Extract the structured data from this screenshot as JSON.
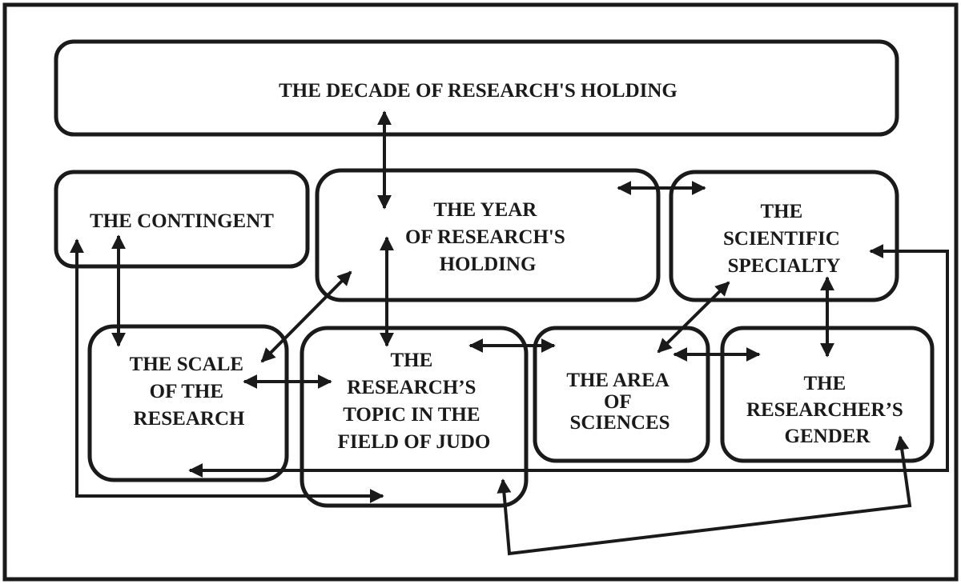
{
  "diagram": {
    "nodes": {
      "decade": [
        "THE DECADE OF RESEARCH'S HOLDING"
      ],
      "contingent": [
        "THE CONTINGENT"
      ],
      "year": [
        "THE YEAR",
        "OF RESEARCH'S",
        "HOLDING"
      ],
      "specialty": [
        "THE",
        "SCIENTIFIC",
        "SPECIALTY"
      ],
      "scale": [
        "THE SCALE",
        "OF THE",
        "RESEARCH"
      ],
      "topic": [
        "THE",
        "RESEARCH’S",
        "TOPIC IN THE",
        "FIELD OF JUDO"
      ],
      "area": [
        "THE AREA",
        "OF",
        "SCIENCES"
      ],
      "gender": [
        "THE",
        "RESEARCHER’S",
        "GENDER"
      ]
    }
  }
}
